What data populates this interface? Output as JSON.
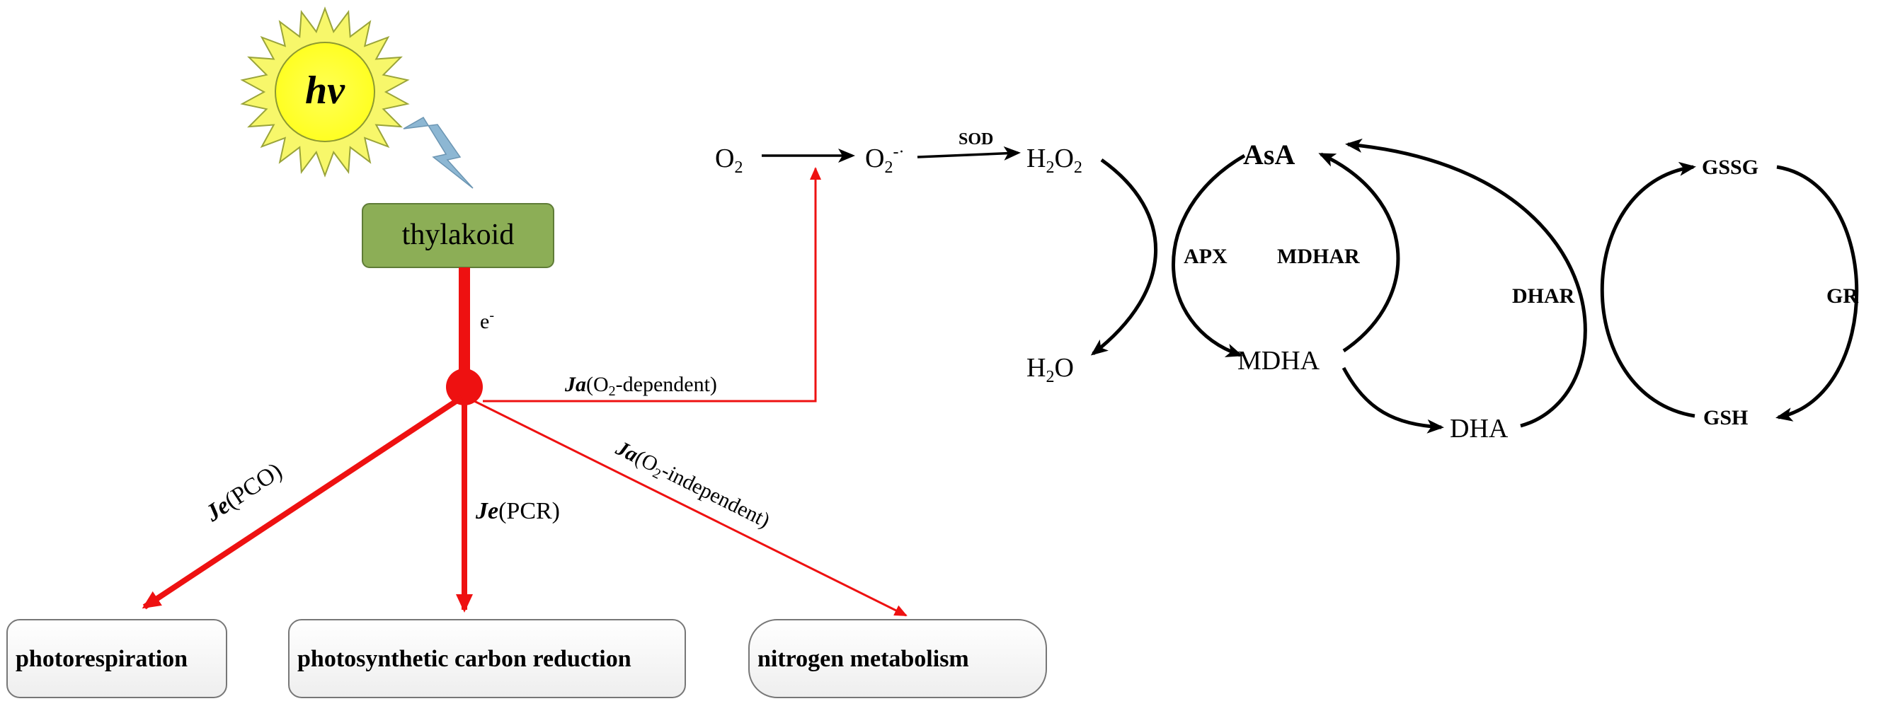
{
  "sun": {
    "label": "hv"
  },
  "thylakoid": {
    "label": "thylakoid"
  },
  "electron": {
    "label": "e",
    "superscript": "-"
  },
  "flows": {
    "ja_dependent": {
      "symbol": "Ja",
      "label": "(O",
      "sub": "2",
      "label2": "-dependent)"
    },
    "ja_independent": {
      "symbol": "Ja",
      "label": "(O",
      "sub": "2",
      "label2": "-independent)"
    },
    "je_pco": {
      "symbol": "Je",
      "label": "(PCO)"
    },
    "je_pcr": {
      "symbol": "Je",
      "label": "(PCR)"
    }
  },
  "outputs": {
    "photorespiration": "photorespiration",
    "carbon_reduction": "photosynthetic carbon reduction",
    "nitrogen": "nitrogen metabolism"
  },
  "ros": {
    "o2": {
      "text": "O",
      "sub": "2"
    },
    "superoxide": {
      "text": "O",
      "sub": "2",
      "sup": "-·"
    },
    "sod": "SOD",
    "h2o2": {
      "a": "H",
      "sub1": "2",
      "b": "O",
      "sub2": "2"
    },
    "h2o": {
      "a": "H",
      "sub1": "2",
      "b": "O"
    }
  },
  "cycle": {
    "asa": "AsA",
    "apx": "APX",
    "mdhar": "MDHAR",
    "mdha": "MDHA",
    "dha": "DHA",
    "dhar": "DHAR",
    "gssg": "GSSG",
    "gsh": "GSH",
    "gr": "GR"
  },
  "colors": {
    "red": "#ee1111",
    "thylakoid_fill": "#8cae56",
    "sun_outer": "#f7f76a",
    "sun_inner": "#ffff33",
    "bolt": "#8db7d3"
  }
}
